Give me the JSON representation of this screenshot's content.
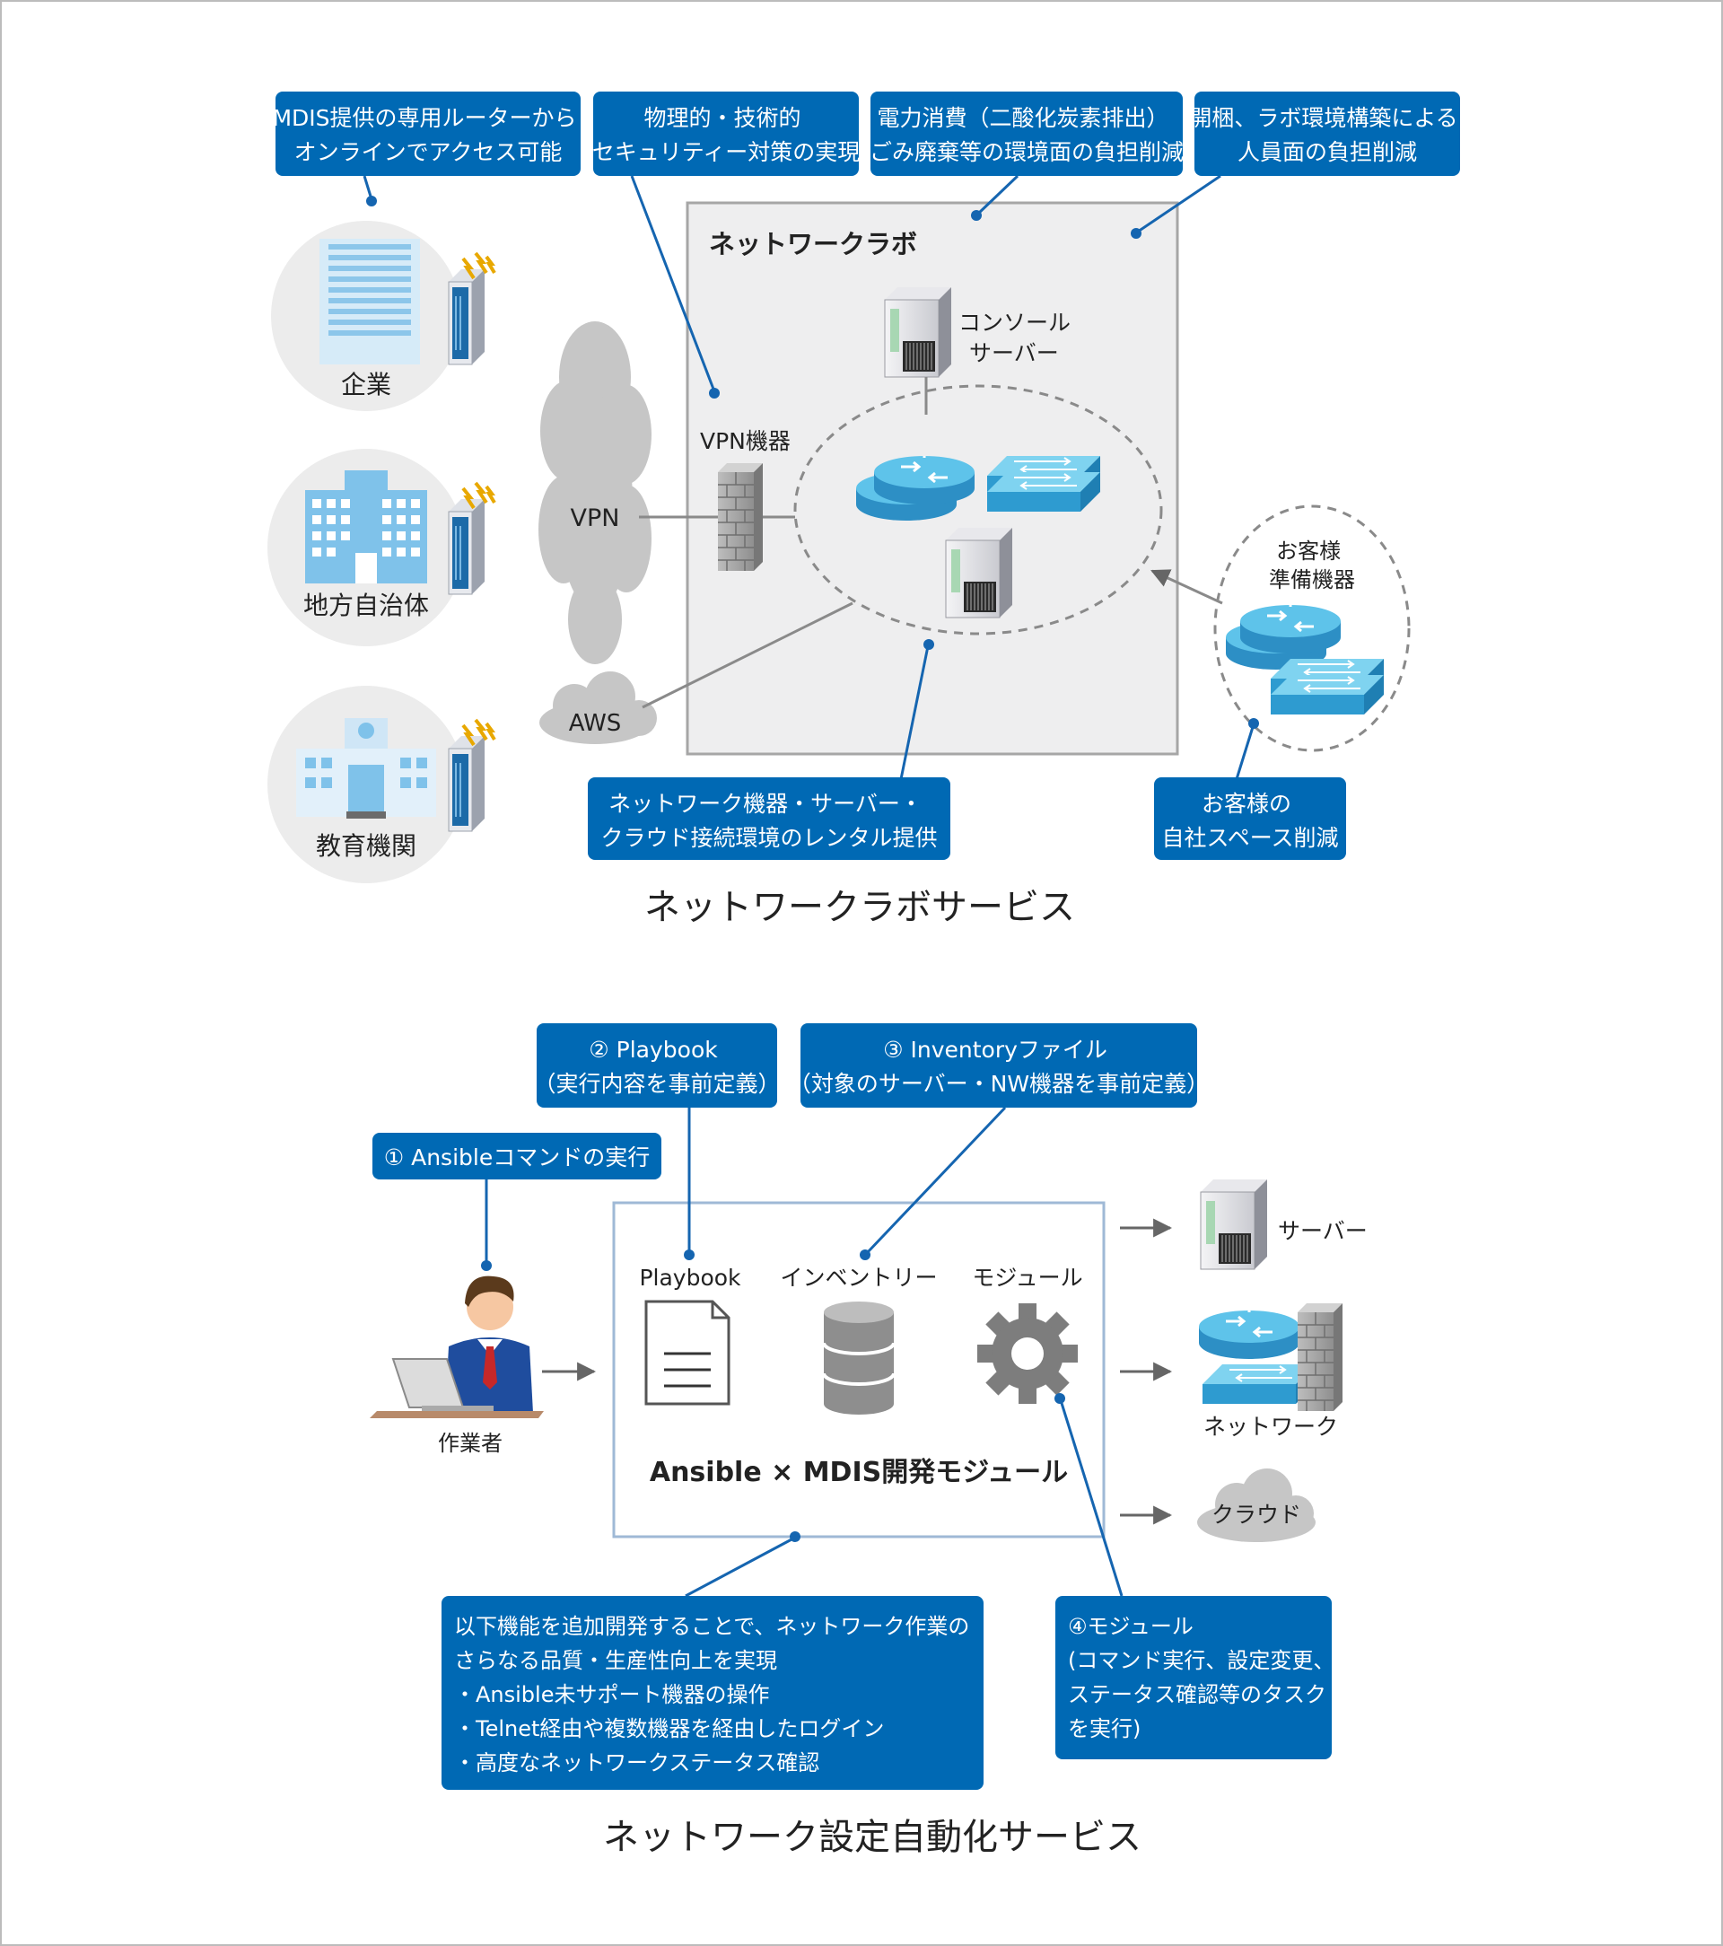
{
  "colors": {
    "callout_blue": "#0069b4",
    "connector_blue": "#1565b0",
    "device_cyan": "#35a9dc",
    "lab_bg": "#eeeeef",
    "lab_border": "#a6a6a6",
    "cloud_gray": "#c9c9c9",
    "circle_gray": "#ececec",
    "text_dark": "#222222"
  },
  "lab": {
    "section_title": "ネットワークラボサービス",
    "box_title": "ネットワークラボ",
    "callouts": {
      "mdis_router": [
        "MDIS提供の専用ルーターから",
        "オンラインでアクセス可能"
      ],
      "security": [
        "物理的・技術的",
        "セキュリティー対策の実現"
      ],
      "environment": [
        "電力消費（二酸化炭素排出）",
        "ごみ廃棄等の環境面の負担削減"
      ],
      "personnel": [
        "開梱、ラボ環境構築による",
        "人員面の負担削減"
      ],
      "rental": [
        "ネットワーク機器・サーバー・",
        "クラウド接続環境のレンタル提供"
      ],
      "space": [
        "お客様の",
        "自社スペース削減"
      ]
    },
    "clients": [
      {
        "label": "企業",
        "icon": "office-building-icon"
      },
      {
        "label": "地方自治体",
        "icon": "city-hall-icon"
      },
      {
        "label": "教育機関",
        "icon": "school-icon"
      }
    ],
    "vpn_label": "VPN",
    "aws_label": "AWS",
    "vpn_device_label": "VPN機器",
    "console_server_label": [
      "コンソール",
      "サーバー"
    ],
    "customer_devices_label": [
      "お客様",
      "準備機器"
    ]
  },
  "auto": {
    "section_title": "ネットワーク設定自動化サービス",
    "callouts": {
      "ansible_cmd": [
        "① Ansibleコマンドの実行"
      ],
      "playbook": [
        "② Playbook",
        "（実行内容を事前定義）"
      ],
      "inventory": [
        "③ Inventoryファイル",
        "（対象のサーバー・NW機器を事前定義）"
      ],
      "features": [
        "以下機能を追加開発することで、ネットワーク作業の",
        "さらなる品質・生産性向上を実現",
        "・Ansible未サポート機器の操作",
        "・Telnet経由や複数機器を経由したログイン",
        "・高度なネットワークステータス確認"
      ],
      "module": [
        "④モジュール",
        "(コマンド実行、設定変更、",
        "ステータス確認等のタスク",
        "を実行)"
      ]
    },
    "worker_label": "作業者",
    "box_title": "Ansible × MDIS開発モジュール",
    "components": {
      "playbook": "Playbook",
      "inventory": "インベントリー",
      "module": "モジュール"
    },
    "targets": {
      "server": "サーバー",
      "network": "ネットワーク",
      "cloud": "クラウド"
    }
  }
}
